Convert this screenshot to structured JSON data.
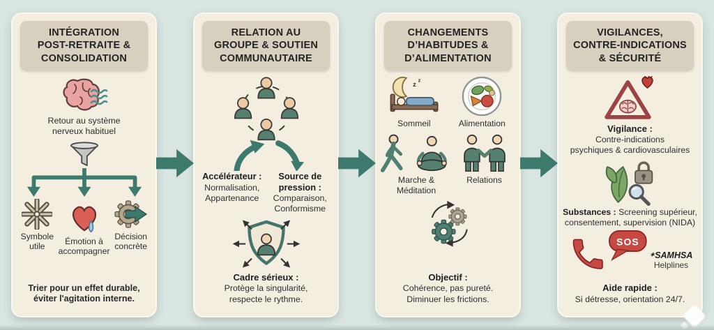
{
  "colors": {
    "background": "#d8e5e1",
    "panel": "#f4eee0",
    "header": "#d7d0be",
    "accent_teal": "#3d7a6d",
    "alert_red": "#c2403a"
  },
  "panels": [
    {
      "title_lines": [
        "INTÉGRATION",
        "POST-RETRAITE &",
        "CONSOLIDATION"
      ],
      "brain_caption": "Retour au système nerveux habituel",
      "items": [
        {
          "label": "Symbole utile"
        },
        {
          "label": "Émotion à accompagner"
        },
        {
          "label": "Décision concrète"
        }
      ],
      "footer": "Trier pour un effet durable, éviter l'agitation interne."
    },
    {
      "title_lines": [
        "RELATION AU",
        "GROUPE & SOUTIEN",
        "COMMUNAUTAIRE"
      ],
      "columns": [
        {
          "heading": "Accélérateur :",
          "body": "Normalisation, Appartenance"
        },
        {
          "heading": "Source de pression :",
          "body": "Comparaison, Conformisme"
        }
      ],
      "footer_heading": "Cadre sérieux :",
      "footer_body": "Protège la singularité, respecte le rythme."
    },
    {
      "title_lines": [
        "CHANGEMENTS",
        "D’HABITUDES &",
        "D’ALIMENTATION"
      ],
      "items": [
        {
          "label": "Sommeil"
        },
        {
          "label": "Alimentation"
        },
        {
          "label": "Marche & Méditation"
        },
        {
          "label": "Relations"
        }
      ],
      "sleep_z": "z",
      "footer_heading": "Objectif :",
      "footer_body": "Cohérence, pas pureté. Diminuer les frictions."
    },
    {
      "title_lines": [
        "VIGILANCES,",
        "CONTRE-INDICATIONS",
        "& SÉCURITÉ"
      ],
      "vigilance_heading": "Vigilance :",
      "vigilance_lines": [
        "Contre-indications",
        "psychiques & cardiovasculaires"
      ],
      "substances_heading": "Substances :",
      "substances_body": "Screening supérieur, consentement, supervision (NIDA)",
      "sos_label": "SOS",
      "samhsa_glyph": "✶",
      "samhsa_name": "SAMHSA",
      "samhsa_sub": "Helplines",
      "aide_heading": "Aide rapide :",
      "aide_body": "Si détresse, orientation 24/7."
    }
  ]
}
